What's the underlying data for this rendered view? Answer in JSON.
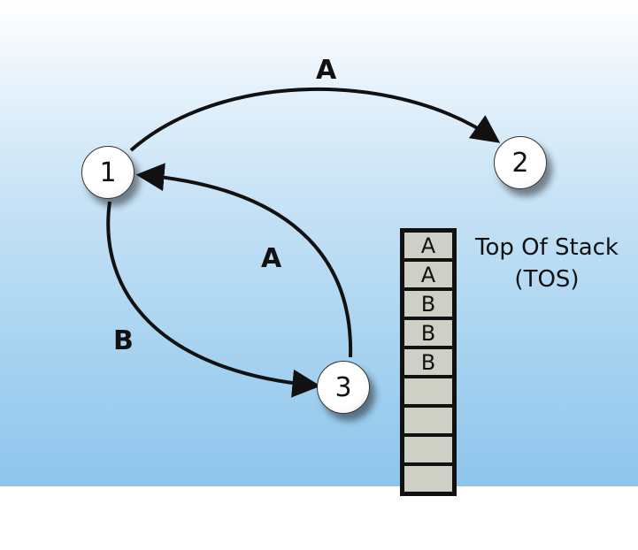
{
  "nodes": [
    {
      "label": "1"
    },
    {
      "label": "2"
    },
    {
      "label": "3"
    }
  ],
  "edges": [
    {
      "from": "1",
      "to": "2",
      "label": "A"
    },
    {
      "from": "3",
      "to": "1",
      "label": "A"
    },
    {
      "from": "1",
      "to": "3",
      "label": "B"
    }
  ],
  "stack": {
    "cells": [
      "A",
      "A",
      "B",
      "B",
      "B",
      "",
      "",
      "",
      ""
    ],
    "tos_label_line1": "Top Of Stack",
    "tos_label_line2": "(TOS)"
  }
}
